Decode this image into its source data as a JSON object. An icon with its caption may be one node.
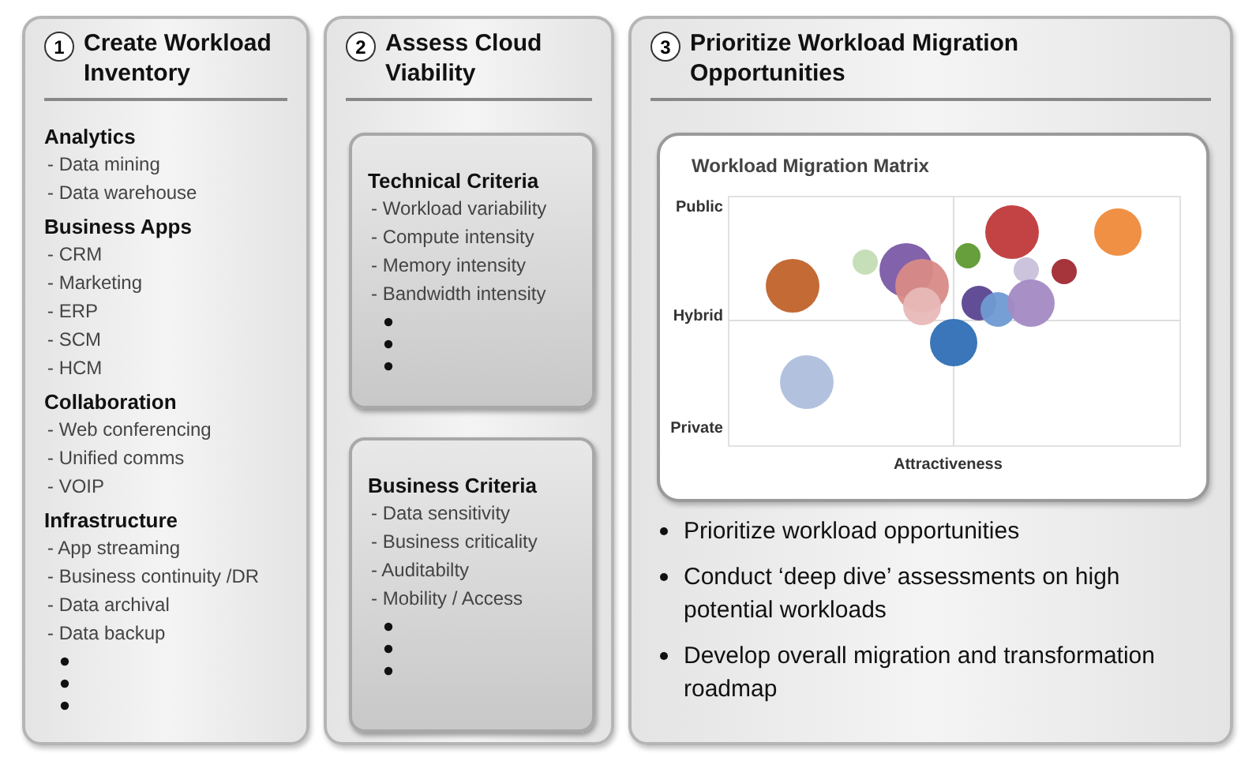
{
  "diagram": {
    "nodes": [
      {
        "text": [
          "1",
          "Create Workload Inventory",
          "Analytics",
          "- Data mining",
          "- Data warehouse",
          "Business Apps",
          "- CRM",
          "- Marketing",
          "- ERP",
          "- SCM",
          "- HCM",
          "Collaboration",
          "- Web  conferencing",
          "- Unified comms",
          "- VOIP",
          "Infrastructure",
          "- App streaming",
          "- Business continuity /DR",
          "- Data archival",
          "- Data backup"
        ]
      },
      {
        "text": [
          "2",
          "Assess Cloud Viability"
        ]
      },
      {
        "text": [
          "Technical Criteria",
          "- Workload variability",
          "- Compute intensity",
          "- Memory intensity",
          "- Bandwidth intensity"
        ],
        "in": 1
      },
      {
        "text": [
          "Business Criteria",
          "- Data sensitivity",
          "- Business criticality",
          "- Auditabilty",
          "- Mobility  / Access"
        ],
        "in": 1
      },
      {
        "text": [
          "3",
          "Prioritize Workload Migration Opportunities",
          "Prioritize workload opportunities",
          "Conduct ‘deep dive’ assessments on high potential workloads",
          "Develop overall migration and transformation roadmap"
        ]
      },
      {
        "text": [
          "Workload Migration Matrix",
          "Public",
          "Hybrid",
          "Private",
          "Attractiveness"
        ],
        "in": 4
      }
    ]
  }
}
